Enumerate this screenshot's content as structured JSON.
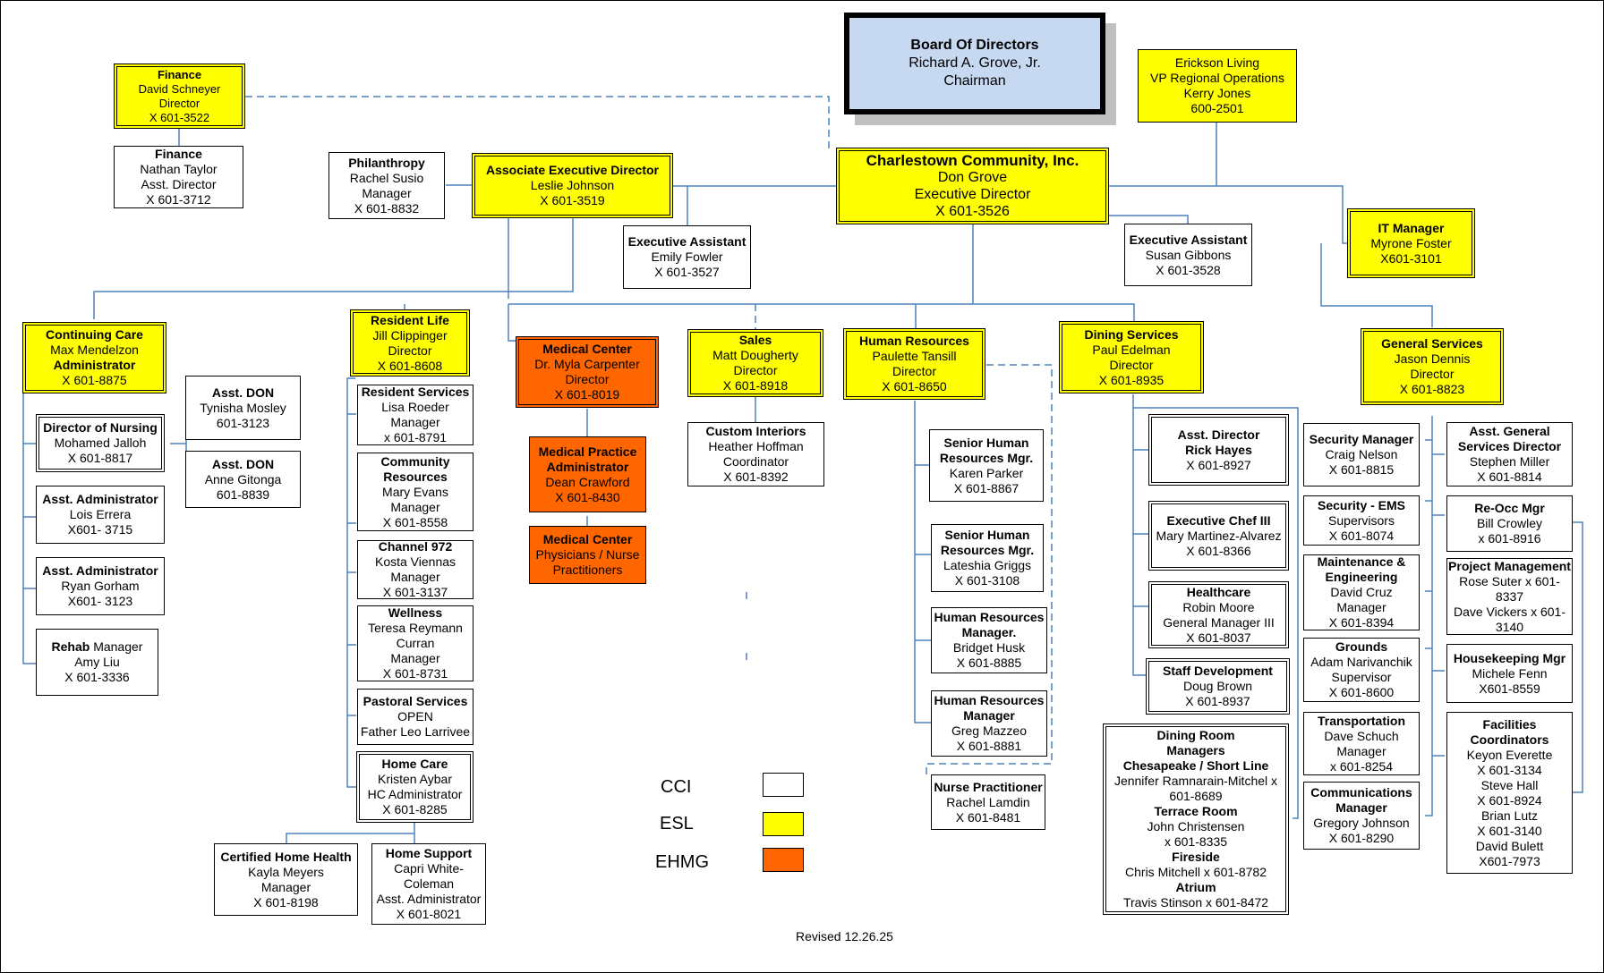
{
  "board": {
    "title": "Board Of Directors",
    "name": "Richard A. Grove, Jr.",
    "role": "Chairman"
  },
  "erickson": {
    "line1": "Erickson Living",
    "line2": "VP Regional Operations",
    "name": "Kerry Jones",
    "ext": "600-2501"
  },
  "cci": {
    "title": "Charlestown Community, Inc.",
    "name": "Don Grove",
    "role": "Executive Director",
    "ext": "X 601-3526"
  },
  "finance_dir": {
    "title": "Finance",
    "name": "David Schneyer",
    "role": "Director",
    "ext": "X 601-3522"
  },
  "finance_asst": {
    "title": "Finance",
    "name": "Nathan Taylor",
    "role": "Asst. Director",
    "ext": "X 601-3712"
  },
  "philanthropy": {
    "title": "Philanthropy",
    "name": "Rachel Susio",
    "role": "Manager",
    "ext": "X 601-8832"
  },
  "assoc_exec": {
    "title": "Associate Executive Director",
    "name": "Leslie Johnson",
    "ext": "X 601-3519"
  },
  "exec_asst_1": {
    "title": "Executive Assistant",
    "name": "Emily Fowler",
    "ext": "X 601-3527"
  },
  "exec_asst_2": {
    "title": "Executive Assistant",
    "name": "Susan Gibbons",
    "ext": "X 601-3528"
  },
  "it_manager": {
    "title": "IT Manager",
    "name": "Myrone Foster",
    "ext": "X601-3101"
  },
  "continuing_care": {
    "title": "Continuing Care",
    "name": "Max Mendelzon",
    "role": "Administrator",
    "ext": "X 601-8875"
  },
  "asst_don_1": {
    "title": "Asst. DON",
    "name": "Tynisha Mosley",
    "ext": "601-3123"
  },
  "director_nursing": {
    "title": "Director of Nursing",
    "name": "Mohamed Jalloh",
    "ext": "X 601-8817"
  },
  "asst_don_2": {
    "title": "Asst. DON",
    "name": "Anne Gitonga",
    "ext": "601-8839"
  },
  "asst_admin_1": {
    "title": "Asst. Administrator",
    "name": "Lois Errera",
    "ext": "X601- 3715"
  },
  "asst_admin_2": {
    "title": "Asst. Administrator",
    "name": "Ryan Gorham",
    "ext": "X601- 3123"
  },
  "rehab": {
    "title": "Rehab",
    "role": " Manager",
    "name": "Amy Liu",
    "ext": "X 601-3336"
  },
  "resident_life": {
    "title": "Resident Life",
    "name": "Jill Clippinger",
    "role": "Director",
    "ext": "X 601-8608"
  },
  "resident_services": {
    "title": "Resident Services",
    "name": "Lisa Roeder",
    "role": "Manager",
    "ext": "x 601-8791"
  },
  "community_resources": {
    "title1": "Community",
    "title2": "Resources",
    "name": "Mary Evans",
    "role": "Manager",
    "ext": "X 601-8558"
  },
  "channel972": {
    "title": "Channel 972",
    "name": "Kosta Viennas",
    "role": "Manager",
    "ext": "X 601-3137"
  },
  "wellness": {
    "title": "Wellness",
    "name1": "Teresa Reymann",
    "name2": "Curran",
    "role": "Manager",
    "ext": "X 601-8731"
  },
  "pastoral": {
    "title": "Pastoral Services",
    "status": "OPEN",
    "name": "Father Leo Larrivee"
  },
  "home_care": {
    "title": "Home Care",
    "name": "Kristen Aybar",
    "role": "HC Administrator",
    "ext": "X 601-8285"
  },
  "cert_home_health": {
    "title": "Certified Home Health",
    "name": "Kayla Meyers",
    "role": "Manager",
    "ext": "X 601-8198"
  },
  "home_support": {
    "title": "Home Support",
    "name1": "Capri White-",
    "name2": "Coleman",
    "role": "Asst. Administrator",
    "ext": "X 601-8021"
  },
  "medical_center": {
    "title": "Medical Center",
    "name": "Dr. Myla Carpenter",
    "role": "Director",
    "ext": "X 601-8019"
  },
  "med_practice": {
    "title1": "Medical Practice",
    "title2": "Administrator",
    "name": "Dean Crawford",
    "ext": "X 601-8430"
  },
  "med_physicians": {
    "title": "Medical Center",
    "line2": "Physicians / Nurse",
    "line3": "Practitioners"
  },
  "sales": {
    "title": "Sales",
    "name": "Matt Dougherty",
    "role": "Director",
    "ext": "X 601-8918"
  },
  "custom_interiors": {
    "title": "Custom Interiors",
    "name": "Heather Hoffman",
    "role": "Coordinator",
    "ext": "X 601-8392"
  },
  "hr": {
    "title": "Human Resources",
    "name": "Paulette Tansill",
    "role": "Director",
    "ext": "X 601-8650"
  },
  "hr_senior_1": {
    "title1": "Senior Human",
    "title2": "Resources Mgr.",
    "name": "Karen Parker",
    "ext": "X 601-8867"
  },
  "hr_senior_2": {
    "title1": "Senior Human",
    "title2": "Resources Mgr.",
    "name": "Lateshia Griggs",
    "ext": "X 601-3108"
  },
  "hr_manager_1": {
    "title1": "Human Resources",
    "title2": "Manager.",
    "name": "Bridget Husk",
    "ext": "X 601-8885"
  },
  "hr_manager_2": {
    "title1": "Human Resources",
    "title2": "Manager",
    "name": "Greg Mazzeo",
    "ext": "X 601-8881"
  },
  "nurse_practitioner": {
    "title": "Nurse Practitioner",
    "name": "Rachel Lamdin",
    "ext": "X 601-8481"
  },
  "dining": {
    "title": "Dining Services",
    "name": "Paul Edelman",
    "role": "Director",
    "ext": "X 601-8935"
  },
  "dining_asst": {
    "title1": "Asst. Director",
    "title2": "Rick Hayes",
    "ext": "X 601-8927"
  },
  "exec_chef": {
    "title": "Executive Chef III",
    "name": "Mary Martinez-Alvarez",
    "ext": "X 601-8366"
  },
  "healthcare": {
    "title": "Healthcare",
    "name": "Robin Moore",
    "role": "General Manager III",
    "ext": "X 601-8037"
  },
  "staff_dev": {
    "title": "Staff Development",
    "name": "Doug Brown",
    "ext": "X 601-8937"
  },
  "dining_room": {
    "title1": "Dining Room",
    "title2": "Managers",
    "sub1": "Chesapeake / Short Line",
    "line1": "Jennifer Ramnarain-Mitchel x",
    "line2": "601-8689",
    "sub2": "Terrace Room",
    "line3": "John Christensen",
    "line4": "x 601-8335",
    "sub3": "Fireside",
    "line5": "Chris Mitchell x 601-8782",
    "sub4": "Atrium",
    "line6": "Travis Stinson x 601-8472"
  },
  "general_services": {
    "title": "General Services",
    "name": "Jason Dennis",
    "role": "Director",
    "ext": "X 601-8823"
  },
  "security_mgr": {
    "title": "Security Manager",
    "name": "Craig Nelson",
    "ext": "X 601-8815"
  },
  "asst_gs_dir": {
    "title1": "Asst. General",
    "title2": "Services Director",
    "name": "Stephen Miller",
    "ext": "X 601-8814"
  },
  "security_ems": {
    "title": "Security - EMS",
    "role": "Supervisors",
    "ext": "X 601-8074"
  },
  "reocc": {
    "title": "Re-Occ Mgr",
    "name": "Bill Crowley",
    "ext": "x 601-8916"
  },
  "maintenance": {
    "title1": "Maintenance &",
    "title2": "Engineering",
    "name": "David Cruz",
    "role": "Manager",
    "ext": "X 601-8394"
  },
  "project_mgmt": {
    "title": "Project Management",
    "line1": "Rose Suter x 601-",
    "line2": "8337",
    "line3": "Dave Vickers x 601-",
    "line4": "3140"
  },
  "grounds": {
    "title": "Grounds",
    "name": "Adam Narivanchik",
    "role": "Supervisor",
    "ext": "X 601-8600"
  },
  "housekeeping": {
    "title": "Housekeeping Mgr",
    "name": "Michele Fenn",
    "ext": "X601-8559"
  },
  "transportation": {
    "title": "Transportation",
    "name": "Dave Schuch",
    "role": "Manager",
    "ext": "x 601-8254"
  },
  "communications": {
    "title1": "Communications",
    "title2": "Manager",
    "name": "Gregory Johnson",
    "ext": "X 601-8290"
  },
  "facilities": {
    "title1": "Facilities",
    "title2": "Coordinators",
    "l1": "Keyon Everette",
    "l2": "X 601-3134",
    "l3": "Steve Hall",
    "l4": "X 601-8924",
    "l5": "Brian Lutz",
    "l6": "X 601-3140",
    "l7": "David Bulett",
    "l8": "X601-7973"
  },
  "legend": {
    "cci": "CCI",
    "esl": "ESL",
    "ehmg": "EHMG"
  },
  "colors": {
    "esl": "#ffff00",
    "ehmg": "#ff6600",
    "board": "#c6d9f1",
    "line": "#4f81bd"
  },
  "revised": "Revised 12.26.25"
}
